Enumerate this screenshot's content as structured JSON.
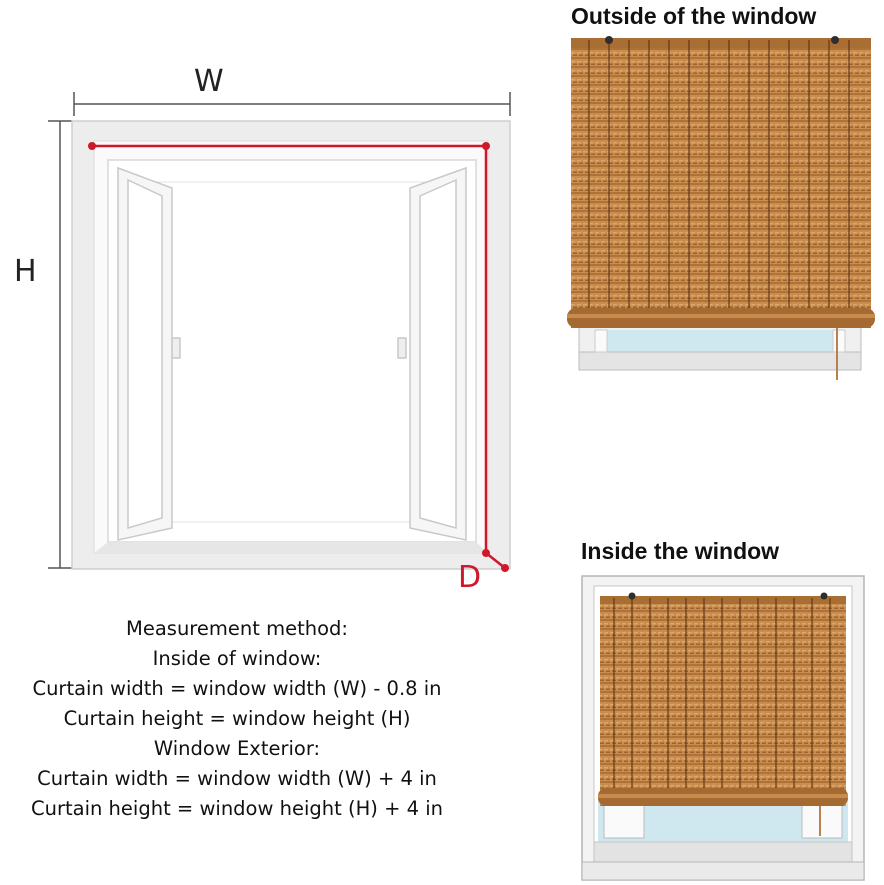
{
  "diagram": {
    "width_label": "W",
    "height_label": "H",
    "depth_label": "D",
    "colors": {
      "measure_line": "#d0182c",
      "frame": "#f2f2f2",
      "dimension_line": "#555555"
    }
  },
  "photos": {
    "outside_heading": "Outside of the window",
    "inside_heading": "Inside the window",
    "colors": {
      "reed_light": "#c98d4e",
      "reed_dark": "#7a4a22",
      "sky": "#cfe8ef"
    }
  },
  "measurement": {
    "lines": [
      "Measurement method:",
      "Inside of window:",
      "Curtain width = window width (W) - 0.8 in",
      "Curtain height = window height (H)",
      "Window Exterior:",
      "Curtain width = window width (W) + 4 in",
      "Curtain height = window height (H) + 4 in"
    ]
  }
}
